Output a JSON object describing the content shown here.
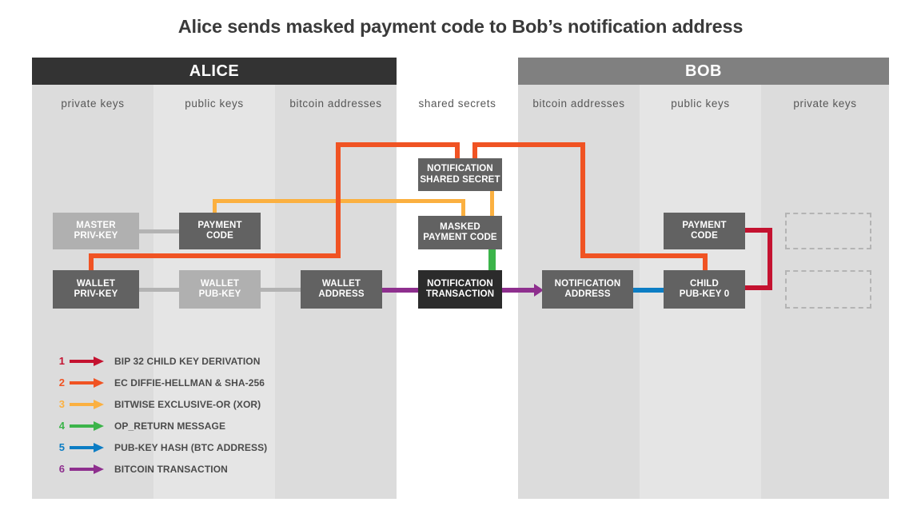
{
  "title": "Alice sends masked payment code to Bob’s notification address",
  "parties": [
    {
      "name": "ALICE",
      "color": "#333333"
    },
    {
      "name": "BOB",
      "color": "#808080"
    }
  ],
  "columns": [
    {
      "key": "alice-private-keys",
      "label": "private keys",
      "bg": "#dcdcdc"
    },
    {
      "key": "alice-public-keys",
      "label": "public keys",
      "bg": "#e5e5e5"
    },
    {
      "key": "alice-bitcoin-addresses",
      "label": "bitcoin addresses",
      "bg": "#dcdcdc"
    },
    {
      "key": "shared-secrets",
      "label": "shared secrets",
      "bg": "#ffffff"
    },
    {
      "key": "bob-bitcoin-addresses",
      "label": "bitcoin addresses",
      "bg": "#dcdcdc"
    },
    {
      "key": "bob-public-keys",
      "label": "public keys",
      "bg": "#e5e5e5"
    },
    {
      "key": "bob-private-keys",
      "label": "private keys",
      "bg": "#dcdcdc"
    }
  ],
  "nodes": [
    {
      "key": "master-priv-key",
      "lines": [
        "MASTER",
        "PRIV-KEY"
      ],
      "style": "muted"
    },
    {
      "key": "payment-code-alice",
      "lines": [
        "PAYMENT",
        "CODE"
      ],
      "style": "dark"
    },
    {
      "key": "notification-shared-secret",
      "lines": [
        "NOTIFICATION",
        "SHARED SECRET"
      ],
      "style": "dark"
    },
    {
      "key": "masked-payment-code",
      "lines": [
        "MASKED",
        "PAYMENT CODE"
      ],
      "style": "dark"
    },
    {
      "key": "payment-code-bob",
      "lines": [
        "PAYMENT",
        "CODE"
      ],
      "style": "dark"
    },
    {
      "key": "wallet-priv-key",
      "lines": [
        "WALLET",
        "PRIV-KEY"
      ],
      "style": "dark"
    },
    {
      "key": "wallet-pub-key",
      "lines": [
        "WALLET",
        "PUB-KEY"
      ],
      "style": "muted"
    },
    {
      "key": "wallet-address",
      "lines": [
        "WALLET",
        "ADDRESS"
      ],
      "style": "dark"
    },
    {
      "key": "notification-transaction",
      "lines": [
        "NOTIFICATION",
        "TRANSACTION"
      ],
      "style": "darker"
    },
    {
      "key": "notification-address",
      "lines": [
        "NOTIFICATION",
        "ADDRESS"
      ],
      "style": "dark"
    },
    {
      "key": "child-pub-key-0",
      "lines": [
        "CHILD",
        "PUB-KEY  0"
      ],
      "style": "dark"
    },
    {
      "key": "bob-ghost-upper",
      "lines": [],
      "style": "ghost"
    },
    {
      "key": "bob-ghost-lower",
      "lines": [],
      "style": "ghost"
    }
  ],
  "legend": {
    "items": [
      {
        "num": "1",
        "label": "BIP 32 CHILD KEY DERIVATION",
        "color": "#c41230"
      },
      {
        "num": "2",
        "label": "EC DIFFIE-HELLMAN & SHA-256",
        "color": "#f05323"
      },
      {
        "num": "3",
        "label": "BITWISE EXCLUSIVE-OR (XOR)",
        "color": "#fbb040"
      },
      {
        "num": "4",
        "label": "OP_RETURN MESSAGE",
        "color": "#3cb44a"
      },
      {
        "num": "5",
        "label": "PUB-KEY HASH (BTC ADDRESS)",
        "color": "#0c7dc4"
      },
      {
        "num": "6",
        "label": "BITCOIN TRANSACTION",
        "color": "#8e2f8e"
      }
    ]
  },
  "palette": {
    "bip32_red": "#c41230",
    "ecdh_orange": "#f05323",
    "xor_yellow": "#fbb040",
    "opreturn_green": "#3cb44a",
    "pubkeyhash_blue": "#0c7dc4",
    "transaction_purple": "#8e2f8e",
    "node_dark": "#626262",
    "node_darker": "#2b2b2b",
    "node_muted": "#b0b0b0",
    "neutral_link": "#b3b3b3"
  }
}
